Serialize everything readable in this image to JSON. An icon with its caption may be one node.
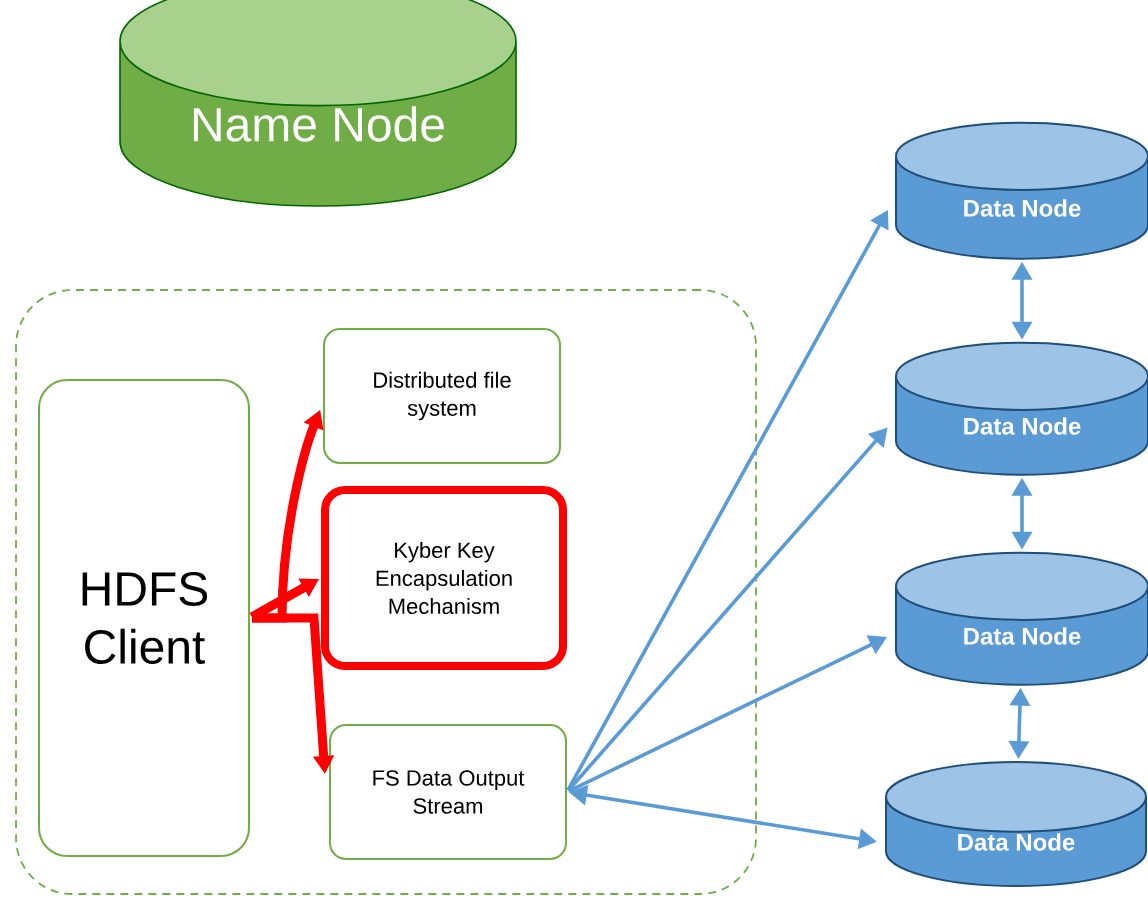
{
  "diagram": {
    "nodes": [
      {
        "text": [
          "Name Node"
        ]
      },
      {
        "text": [],
        "shape": "box"
      },
      {
        "text": [
          "HDFS Client"
        ],
        "in": 1
      },
      {
        "text": [
          "Distributed file system"
        ],
        "in": 1
      },
      {
        "text": [
          "Kyber Key Encapsulation Mechanism"
        ],
        "in": 1
      },
      {
        "text": [
          "FS Data Output Stream"
        ],
        "in": 1
      },
      {
        "text": [
          "Data Node"
        ]
      },
      {
        "text": [
          "Data Node"
        ]
      },
      {
        "text": [
          "Data Node"
        ]
      },
      {
        "text": [
          "Data Node"
        ]
      }
    ],
    "edges": [
      {
        "from": 2,
        "to": 3,
        "arrow": "to",
        "style": "thick",
        "color": "#ff0000"
      },
      {
        "from": 2,
        "to": 4,
        "arrow": "to",
        "style": "thick",
        "color": "#ff0000"
      },
      {
        "from": 2,
        "to": 5,
        "arrow": "to",
        "style": "thick",
        "color": "#ff0000"
      },
      {
        "from": 5,
        "to": 6,
        "arrow": "to"
      },
      {
        "from": 5,
        "to": 7,
        "arrow": "to"
      },
      {
        "from": 5,
        "to": 8,
        "arrow": "to"
      },
      {
        "from": 5,
        "to": 9,
        "arrow": "both"
      },
      {
        "from": 6,
        "to": 7,
        "arrow": "both"
      },
      {
        "from": 7,
        "to": 8,
        "arrow": "both"
      },
      {
        "from": 8,
        "to": 9,
        "arrow": "both"
      }
    ]
  }
}
